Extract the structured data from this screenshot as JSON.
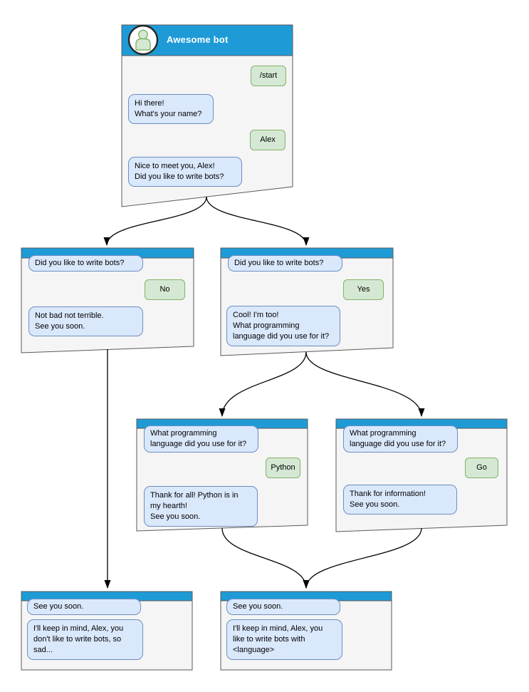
{
  "diagram": {
    "kind": "chatbot-conversation-flowchart",
    "colors": {
      "header_blue": "#1e9bd7",
      "window_fill": "#f5f5f5",
      "window_border": "#595959",
      "bot_bubble_fill": "#dae8fc",
      "bot_bubble_border": "#6c8ebf",
      "user_bubble_fill": "#d5e8d4",
      "user_bubble_border": "#82b366",
      "title_text": "#ffffff",
      "arrow": "#000000"
    },
    "icons": {
      "avatar": "person-icon"
    }
  },
  "windows": [
    {
      "name": "root",
      "title": "Awesome bot",
      "messages": [
        {
          "from": "user",
          "text": "/start"
        },
        {
          "from": "bot",
          "text": "Hi there!\nWhat's your name?"
        },
        {
          "from": "user",
          "text": "Alex"
        },
        {
          "from": "bot",
          "text": "Nice to meet you, Alex!\nDid you like to write bots?"
        }
      ]
    },
    {
      "name": "branch-no",
      "title": "",
      "messages": [
        {
          "from": "bot",
          "text": "Did you like to write bots?"
        },
        {
          "from": "user",
          "text": "No"
        },
        {
          "from": "bot",
          "text": "Not bad not terrible.\nSee you soon."
        }
      ]
    },
    {
      "name": "branch-yes",
      "title": "",
      "messages": [
        {
          "from": "bot",
          "text": "Did you like to write bots?"
        },
        {
          "from": "user",
          "text": "Yes"
        },
        {
          "from": "bot",
          "text": "Cool! I'm too!\nWhat programming\nlanguage did you use for it?"
        }
      ]
    },
    {
      "name": "branch-python",
      "title": "",
      "messages": [
        {
          "from": "bot",
          "text": "What programming\nlanguage did you use for it?"
        },
        {
          "from": "user",
          "text": "Python"
        },
        {
          "from": "bot",
          "text": "Thank for all! Python is in\nmy hearth!\nSee you soon."
        }
      ]
    },
    {
      "name": "branch-go",
      "title": "",
      "messages": [
        {
          "from": "bot",
          "text": "What programming\nlanguage did you use for it?"
        },
        {
          "from": "user",
          "text": "Go"
        },
        {
          "from": "bot",
          "text": "Thank for information!\nSee you soon."
        }
      ]
    },
    {
      "name": "end-no",
      "title": "",
      "messages": [
        {
          "from": "bot",
          "text": "See you soon."
        },
        {
          "from": "bot",
          "text": "I'll keep in mind, Alex, you\ndon't like to write bots, so\nsad..."
        }
      ]
    },
    {
      "name": "end-yes",
      "title": "",
      "messages": [
        {
          "from": "bot",
          "text": "See you soon."
        },
        {
          "from": "bot",
          "text": "I'll keep in mind, Alex, you\nlike to write bots with\n<language>"
        }
      ]
    }
  ],
  "edges": [
    {
      "from": "root",
      "to": "branch-no"
    },
    {
      "from": "root",
      "to": "branch-yes"
    },
    {
      "from": "branch-yes",
      "to": "branch-python"
    },
    {
      "from": "branch-yes",
      "to": "branch-go"
    },
    {
      "from": "branch-python",
      "to": "end-yes"
    },
    {
      "from": "branch-go",
      "to": "end-yes"
    },
    {
      "from": "branch-no",
      "to": "end-no"
    }
  ]
}
